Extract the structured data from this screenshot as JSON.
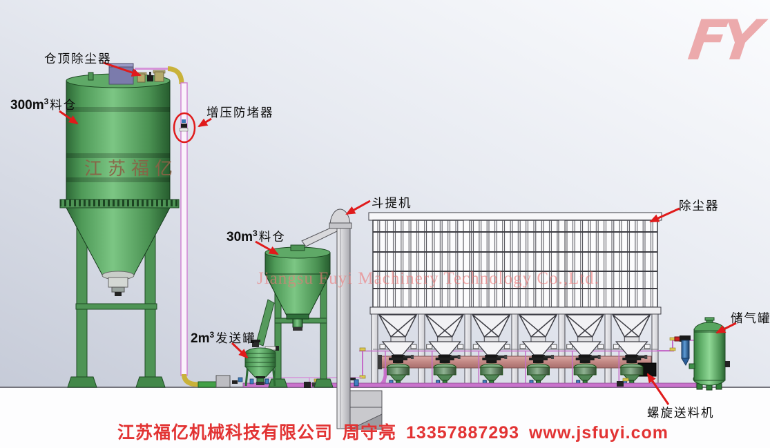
{
  "diagram": {
    "logo": "FY",
    "watermark_en": "Jiangsu Fuyi Machinery Technology Co.,Ltd.",
    "silo_brand": "江苏福亿",
    "labels": {
      "silo_top_dust_collector": "仓顶除尘器",
      "big_silo": {
        "prefix": "300m",
        "sup": "3",
        "suffix": "料仓"
      },
      "booster": "增压防堵器",
      "bucket_elevator": "斗提机",
      "small_silo": {
        "prefix": "30m",
        "sup": "3",
        "suffix": "料仓"
      },
      "sending_tank": {
        "prefix": "2m",
        "sup": "3",
        "suffix": "发送罐"
      },
      "dust_collector": "除尘器",
      "air_tank": "储气罐",
      "screw_feeder": "螺旋送料机"
    },
    "footer": {
      "company": "江苏福亿机械科技有限公司",
      "person": "周守亮",
      "phone": "13357887293",
      "website": "www.jsfuyi.com"
    },
    "colors": {
      "arrow_red": "#e01b1b",
      "footer_red": "#e23333",
      "watermark_pink": "#ee7878",
      "logo_pink": "#ecaaac",
      "silo_green": "#4a9152",
      "pipe_magenta": "#c973cc",
      "pipe_yellow": "#c9b23a",
      "conveyor_salmon": "#c28884"
    }
  }
}
